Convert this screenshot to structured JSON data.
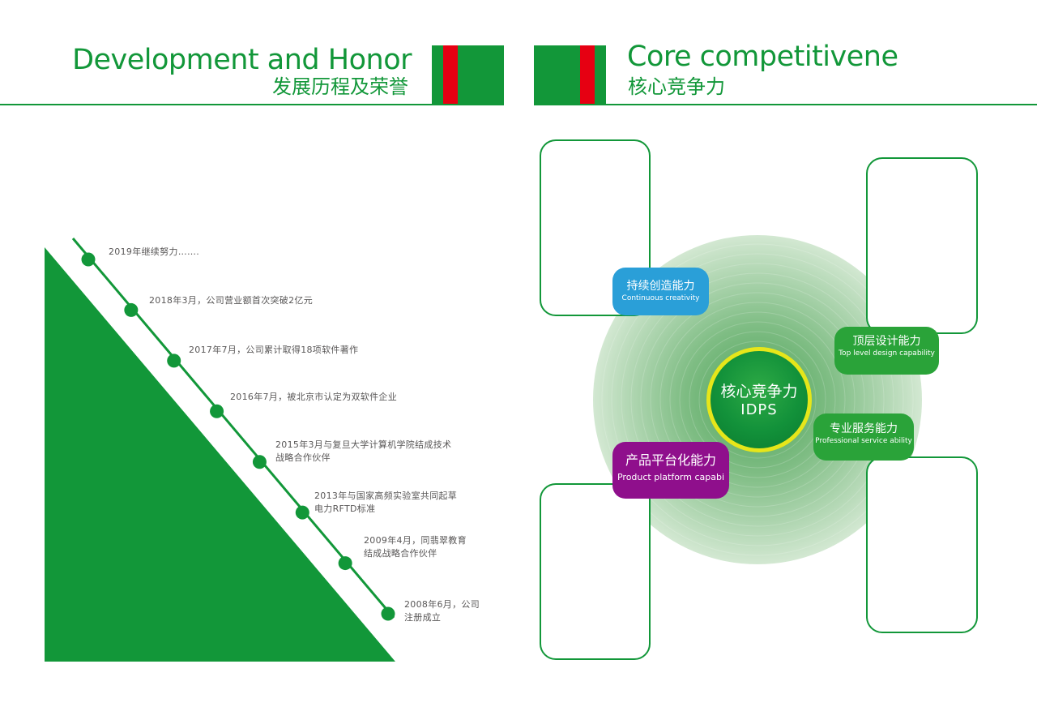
{
  "left_section": {
    "title_en": "Development and Honor",
    "title_cn": "发展历程及荣誉",
    "timeline": [
      {
        "text": "2019年继续努力……."
      },
      {
        "text": "2018年3月，公司营业额首次突破2亿元"
      },
      {
        "text": "2017年7月，公司累计取得18项软件著作"
      },
      {
        "text": "2016年7月，被北京市认定为双软件企业"
      },
      {
        "text": "2015年3月与复旦大学计算机学院结成技术\n战略合作伙伴"
      },
      {
        "text": "2013年与国家高频实验室共同起草\n电力RFTD标准"
      },
      {
        "text": "2009年4月，同翡翠教育\n结成战略合作伙伴"
      },
      {
        "text": "2008年6月，公司\n注册成立"
      }
    ]
  },
  "right_section": {
    "title_en": "Core competitivene",
    "title_cn": "核心竞争力",
    "center": {
      "cn": "核心竞争力",
      "en": "IDPS"
    },
    "capabilities": [
      {
        "cn": "持续创造能力",
        "en": "Continuous creativity",
        "color": "#2a9fd8"
      },
      {
        "cn": "顶层设计能力",
        "en": "Top level design capability",
        "color": "#2aa339"
      },
      {
        "cn": "专业服务能力",
        "en": "Professional service ability",
        "color": "#2aa339"
      },
      {
        "cn": "产品平台化能力",
        "en": "Product platform capabi",
        "color": "#8f0f8c"
      }
    ]
  },
  "colors": {
    "brand_green": "#129739",
    "accent_red": "#e60012",
    "ring_yellow": "#e6e61a",
    "text_gray": "#595757"
  }
}
